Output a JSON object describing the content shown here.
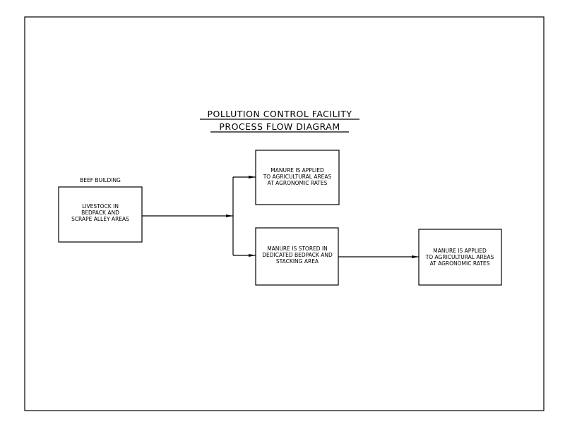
{
  "title": {
    "line1": "POLLUTION CONTROL FACILITY",
    "line2": "PROCESS FLOW DIAGRAM"
  },
  "nodes": {
    "beef": {
      "header": "BEEF BUILDING",
      "lines": [
        "LIVESTOCK IN",
        "BEDPACK AND",
        "SCRAPE ALLEY AREAS"
      ]
    },
    "applied_direct": {
      "lines": [
        "MANURE IS APPLIED",
        "TO AGRICULTURAL AREAS",
        "AT AGRONOMIC RATES"
      ]
    },
    "stored": {
      "lines": [
        "MANURE IS STORED IN",
        "DEDICATED BEDPACK AND",
        "STACKING AREA"
      ]
    },
    "applied_after_storage": {
      "lines": [
        "MANURE IS APPLIED",
        "TO AGRICULTURAL AREAS",
        "AT AGRONOMIC RATES"
      ]
    }
  },
  "edges": [
    {
      "from": "beef",
      "to": "applied_direct"
    },
    {
      "from": "beef",
      "to": "stored"
    },
    {
      "from": "stored",
      "to": "applied_after_storage"
    }
  ]
}
